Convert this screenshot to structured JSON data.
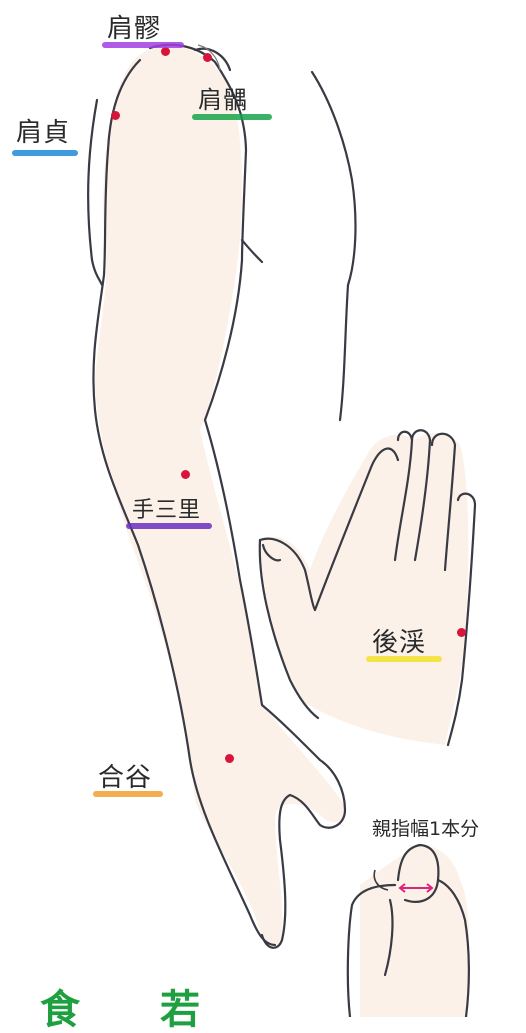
{
  "labels": {
    "jianliao": "肩髎",
    "jianyu": "肩髃",
    "jianzhen": "肩貞",
    "shousanli": "手三里",
    "houxi": "後渓",
    "hegu": "合谷",
    "thumb_width": "親指幅1本分"
  },
  "bottom": {
    "fragment_1": "食",
    "fragment_2": "若"
  },
  "colors": {
    "point": "#d8143a",
    "jianliao_underline": "#a23ee0",
    "jianyu_underline": "#19a34a",
    "jianzhen_underline": "#1f8ad8",
    "shousanli_underline": "#6a2fbf",
    "houxi_underline": "#f2e22a",
    "hegu_underline": "#f0a030",
    "thumb_arrow": "#e0227a",
    "bottom_text": "#1fa040"
  }
}
